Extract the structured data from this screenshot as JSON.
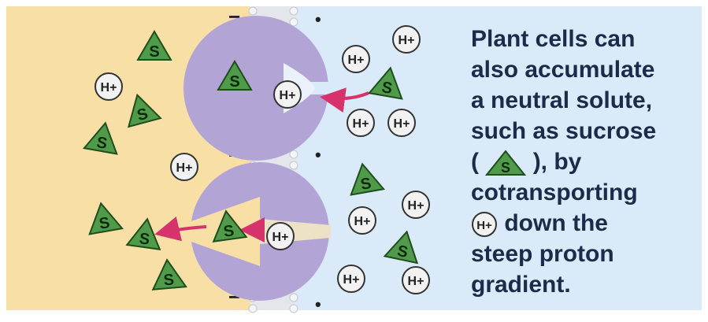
{
  "diagram": {
    "membrane": {
      "outside_charge_sign": "−",
      "inside_charge_sign": "•"
    },
    "solute_label": "S",
    "proton_label": "H+",
    "caption": {
      "lines": [
        "Plant cells can",
        "also accumulate",
        "a neutral solute,",
        "such as sucrose",
        "), by",
        "cotransporting",
        "down the",
        "steep proton",
        "gradient."
      ],
      "open_paren": "("
    },
    "colors": {
      "left_bg": "#f8dfa6",
      "right_bg": "#daeaf8",
      "membrane": "#e3e6ea",
      "protein": "#b3a4d6",
      "solute_fill": "#4f9b4a",
      "proton_fill": "#f2f2f2",
      "arrow": "#d6336c",
      "caption_text": "#1e2a4a"
    }
  }
}
